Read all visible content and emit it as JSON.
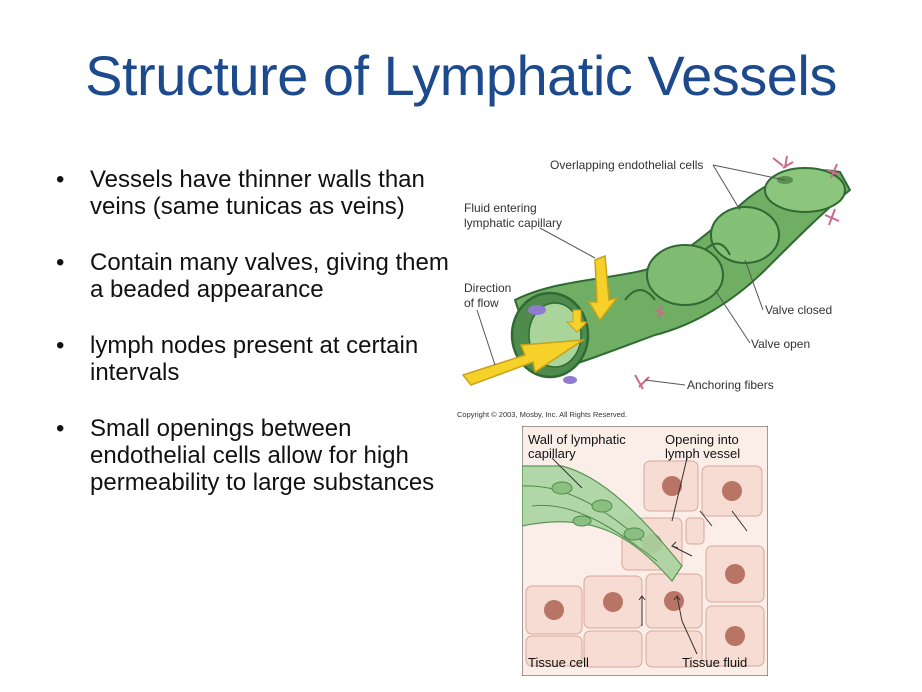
{
  "slide": {
    "title": "Structure of Lymphatic Vessels",
    "bullets": [
      "Vessels have thinner walls than veins (same tunicas as veins)",
      "Contain many valves, giving them a beaded appearance",
      "lymph nodes present at certain intervals",
      "Small openings between endothelial cells allow for high permeability to large substances"
    ],
    "bullet_glyph": "•"
  },
  "figure_top": {
    "labels": {
      "overlapping": "Overlapping endothelial cells",
      "fluid_entering_1": "Fluid entering",
      "fluid_entering_2": "lymphatic capillary",
      "direction_1": "Direction",
      "direction_2": "of flow",
      "valve_closed": "Valve closed",
      "valve_open": "Valve open",
      "anchoring": "Anchoring fibers"
    },
    "copyright": "Copyright © 2003, Mosby, Inc. All Rights Reserved."
  },
  "figure_bottom": {
    "labels": {
      "wall_1": "Wall of lymphatic",
      "wall_2": "capillary",
      "opening_1": "Opening into",
      "opening_2": "lymph vessel",
      "tissue_cell": "Tissue cell",
      "tissue_fluid": "Tissue fluid"
    }
  },
  "colors": {
    "title": "#1d4a8c",
    "vessel_green": "#5fa05a",
    "vessel_dark": "#2f6a34",
    "arrow_yellow": "#f5d12a",
    "cell_pink": "#f6dcd2",
    "nucleus": "#b87566",
    "fiber": "#c96b8a"
  }
}
